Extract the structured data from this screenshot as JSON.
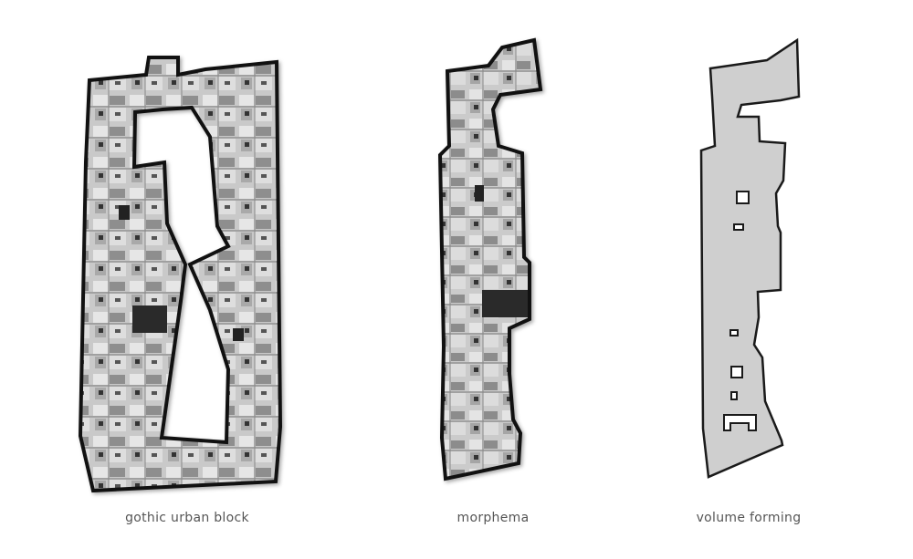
{
  "panels": [
    {
      "caption": "gothic urban  block",
      "rendering": "aerial photo collage, ring-shaped block"
    },
    {
      "caption": "morphema",
      "rendering": "aerial photo collage, single strip"
    },
    {
      "caption": "volume forming",
      "rendering": "flat grey massing outline"
    }
  ],
  "colors": {
    "background": "#ffffff",
    "outline": "#1a1a1a",
    "volume_fill": "#cfcfcf",
    "photo_light": "#d9d9d9",
    "photo_mid": "#9a9a9a",
    "photo_dark": "#2b2b2b",
    "caption_text": "#555555"
  }
}
